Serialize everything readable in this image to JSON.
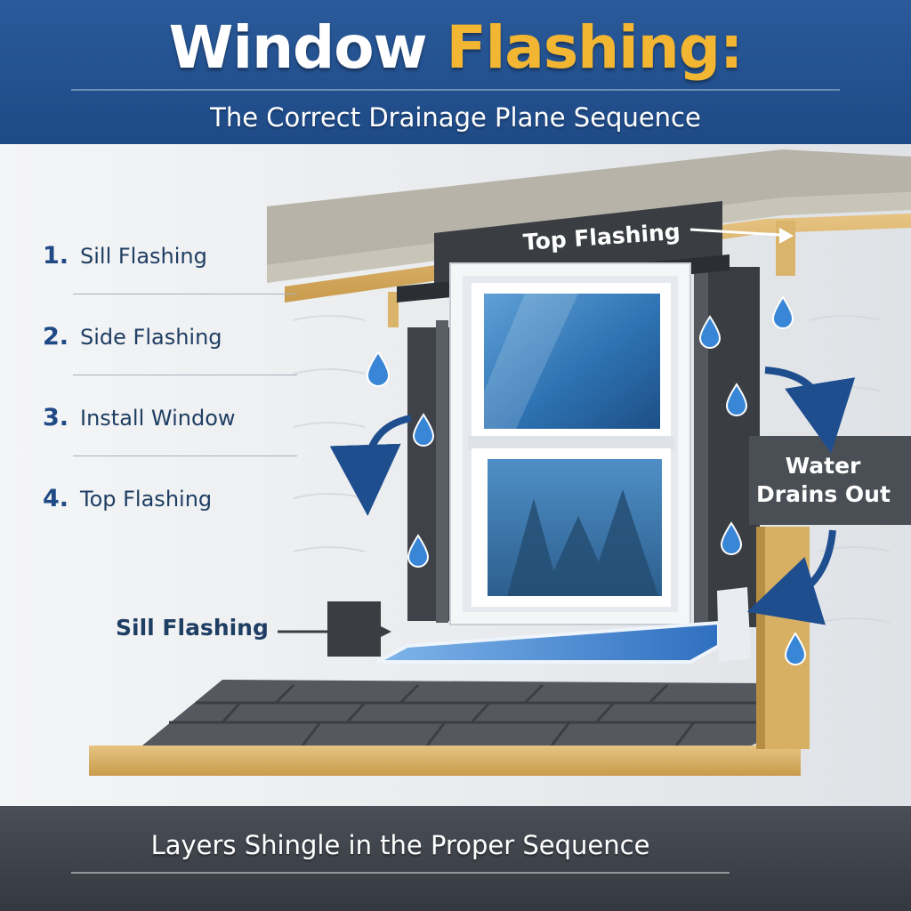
{
  "header": {
    "title_part1": "Window",
    "title_part2": "Flashing:",
    "subtitle": "The Correct Drainage Plane Sequence"
  },
  "steps": [
    {
      "number": "1.",
      "label": "Sill Flashing"
    },
    {
      "number": "2.",
      "label": "Side Flashing"
    },
    {
      "number": "3.",
      "label": "Install Window"
    },
    {
      "number": "4.",
      "label": "Top Flashing"
    }
  ],
  "callouts": {
    "top_flashing": "Top Flashing",
    "sill_flashing": "Sill Flashing",
    "water_line1": "Water",
    "water_line2": "Drains Out"
  },
  "footer": {
    "text": "Layers Shingle in the Proper Sequence"
  },
  "colors": {
    "header_blue": "#1e4a86",
    "accent_gold": "#f3b632",
    "water_blue": "#2f74c4",
    "wood": "#d9b46a",
    "membrane": "#3a3d42"
  }
}
